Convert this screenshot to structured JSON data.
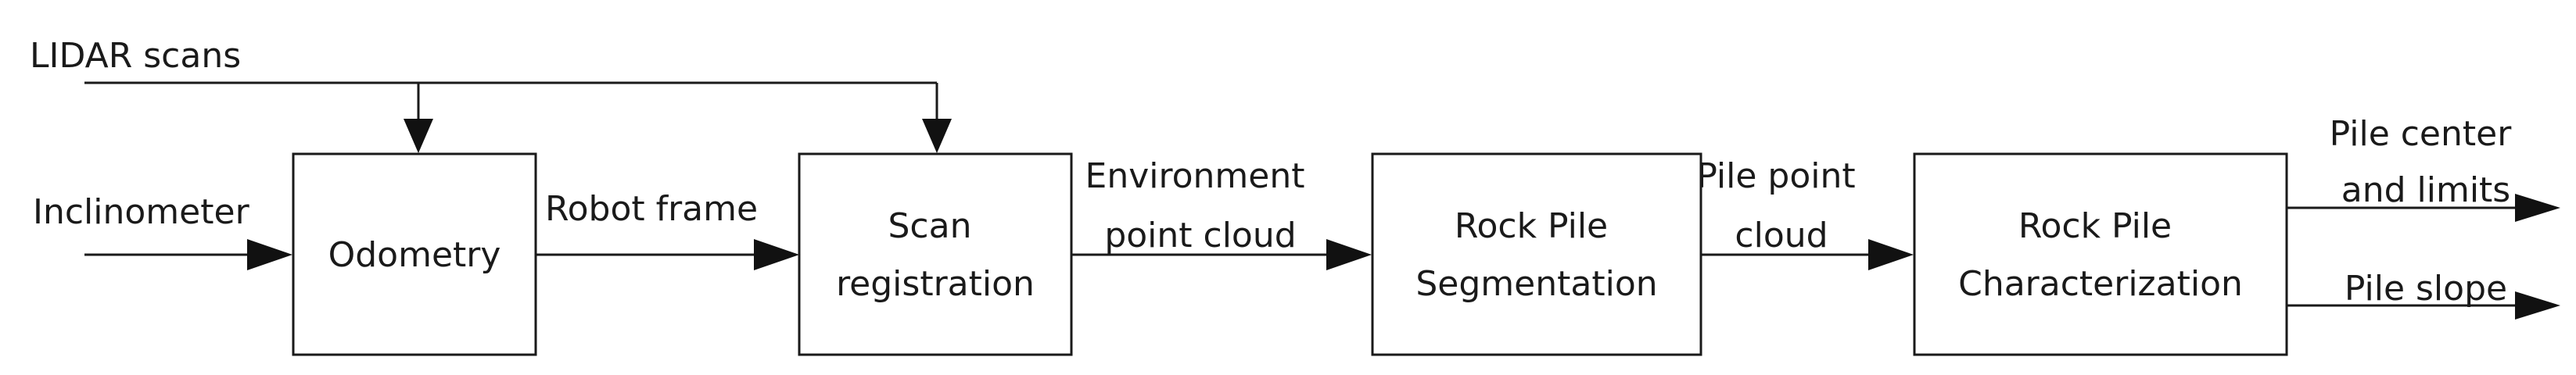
{
  "diagram": {
    "inputs": {
      "lidar_scans": "LIDAR scans",
      "inclinometer": "Inclinometer"
    },
    "blocks": {
      "odometry": "Odometry",
      "scan_registration": [
        "Scan",
        "registration"
      ],
      "rock_pile_segmentation": [
        "Rock Pile",
        "Segmentation"
      ],
      "rock_pile_characterization": [
        "Rock Pile",
        "Characterization"
      ]
    },
    "edges": {
      "robot_frame": "Robot frame",
      "environment_point_cloud": [
        "Environment",
        "point cloud"
      ],
      "pile_point_cloud": [
        "Pile point",
        "cloud"
      ]
    },
    "outputs": {
      "pile_center_and_limits": [
        "Pile center",
        "and limits"
      ],
      "pile_slope": "Pile slope"
    }
  }
}
